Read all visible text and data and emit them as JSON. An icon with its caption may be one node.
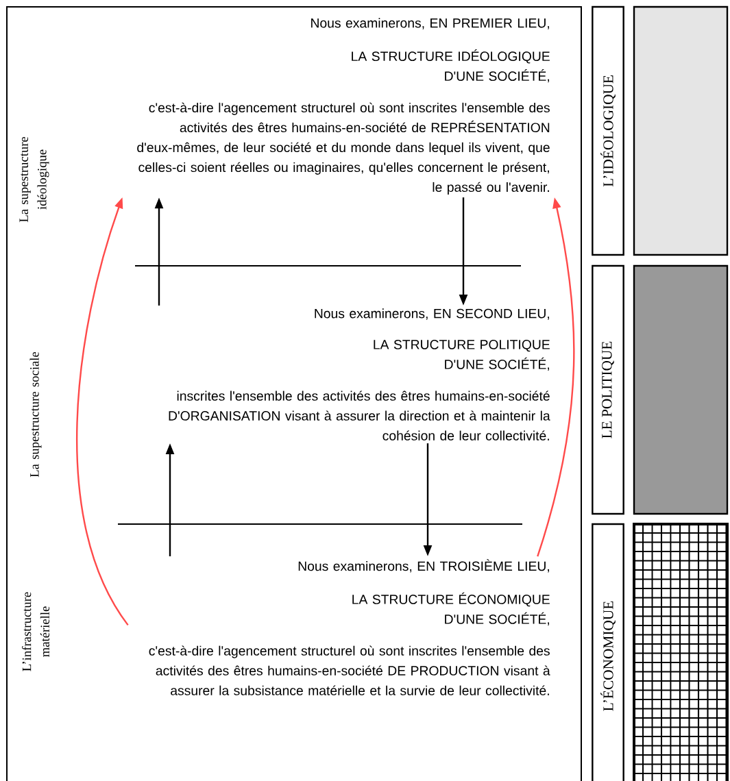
{
  "diagram": {
    "nodes": [
      {
        "text": [
          "Nous examinerons, EN PREMIER LIEU,",
          "LA STRUCTURE IDÉOLOGIQUE D'UNE SOCIÉTÉ,",
          "c'est-à-dire l'agencement structurel où sont inscrites l'ensemble des activités des êtres humains-en-société de REPRÉSENTATION d'eux-mêmes, de leur société et du monde dans lequel ils vivent, que celles-ci soient réelles ou imaginaires, qu'elles concernent le présent, le passé ou l'avenir."
        ]
      },
      {
        "text": [
          "Nous examinerons, EN SECOND LIEU,",
          "LA STRUCTURE POLITIQUE D'UNE SOCIÉTÉ,",
          "inscrites l'ensemble des activités des êtres humains-en-société D'ORGANISATION visant à assurer la direction et à maintenir la cohésion de leur collectivité."
        ]
      },
      {
        "text": [
          "Nous examinerons, EN TROISIÈME LIEU,",
          "LA STRUCTURE ÉCONOMIQUE D'UNE SOCIÉTÉ,",
          "c'est-à-dire l'agencement structurel où sont inscrites l'ensemble des activités des êtres humains-en-société DE PRODUCTION visant à assurer la subsistance matérielle et la survie de leur collectivité."
        ]
      },
      {
        "text": [
          "L’IDÉOLOGIQUE"
        ]
      },
      {
        "text": [
          "LE POLITIQUE"
        ]
      },
      {
        "text": [
          "L’ÉCONOMIQUE"
        ]
      },
      {
        "text": [],
        "shape": "box"
      },
      {
        "text": [],
        "shape": "box"
      },
      {
        "text": [],
        "shape": "box"
      }
    ],
    "edges": [
      {
        "from": 1,
        "to": 0,
        "arrow": "to"
      },
      {
        "from": 0,
        "to": 1,
        "arrow": "to"
      },
      {
        "from": 2,
        "to": 1,
        "arrow": "to"
      },
      {
        "from": 1,
        "to": 2,
        "arrow": "to"
      },
      {
        "from": 2,
        "to": 0,
        "arrow": "to",
        "color": "#ff4a4a"
      },
      {
        "from": 2,
        "to": 0,
        "arrow": "to",
        "color": "#ff4a4a"
      }
    ],
    "labels": [
      "La supestructure idéologique",
      "La supestructure sociale",
      "L’infrastructure matérielle"
    ]
  }
}
